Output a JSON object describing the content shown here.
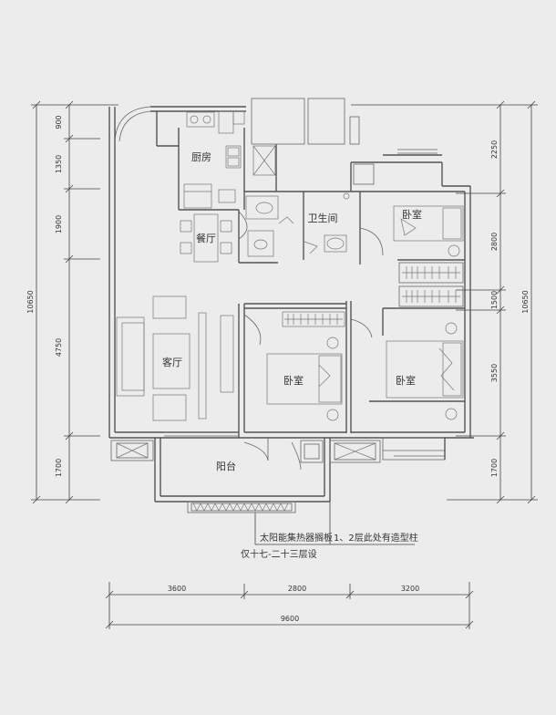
{
  "rooms": {
    "kitchen": "厨房",
    "dining": "餐厅",
    "bathroom": "卫生间",
    "bedroom_ne": "卧室",
    "living": "客厅",
    "bedroom_center": "卧室",
    "bedroom_east": "卧室",
    "balcony": "阳台"
  },
  "annotations": {
    "solar_panel": "太阳能集热器搁板",
    "solar_note": "仅十七-二十三层设",
    "column_note": "1、2层此处有造型柱"
  },
  "dimensions": {
    "left": [
      "900",
      "1350",
      "1900",
      "4750",
      "1700"
    ],
    "left_total": "10650",
    "right": [
      "2250",
      "2800",
      "1500",
      "3550",
      "1700"
    ],
    "right_total": "10650",
    "bottom": [
      "3600",
      "2800",
      "3200"
    ],
    "bottom_total": "9600"
  }
}
